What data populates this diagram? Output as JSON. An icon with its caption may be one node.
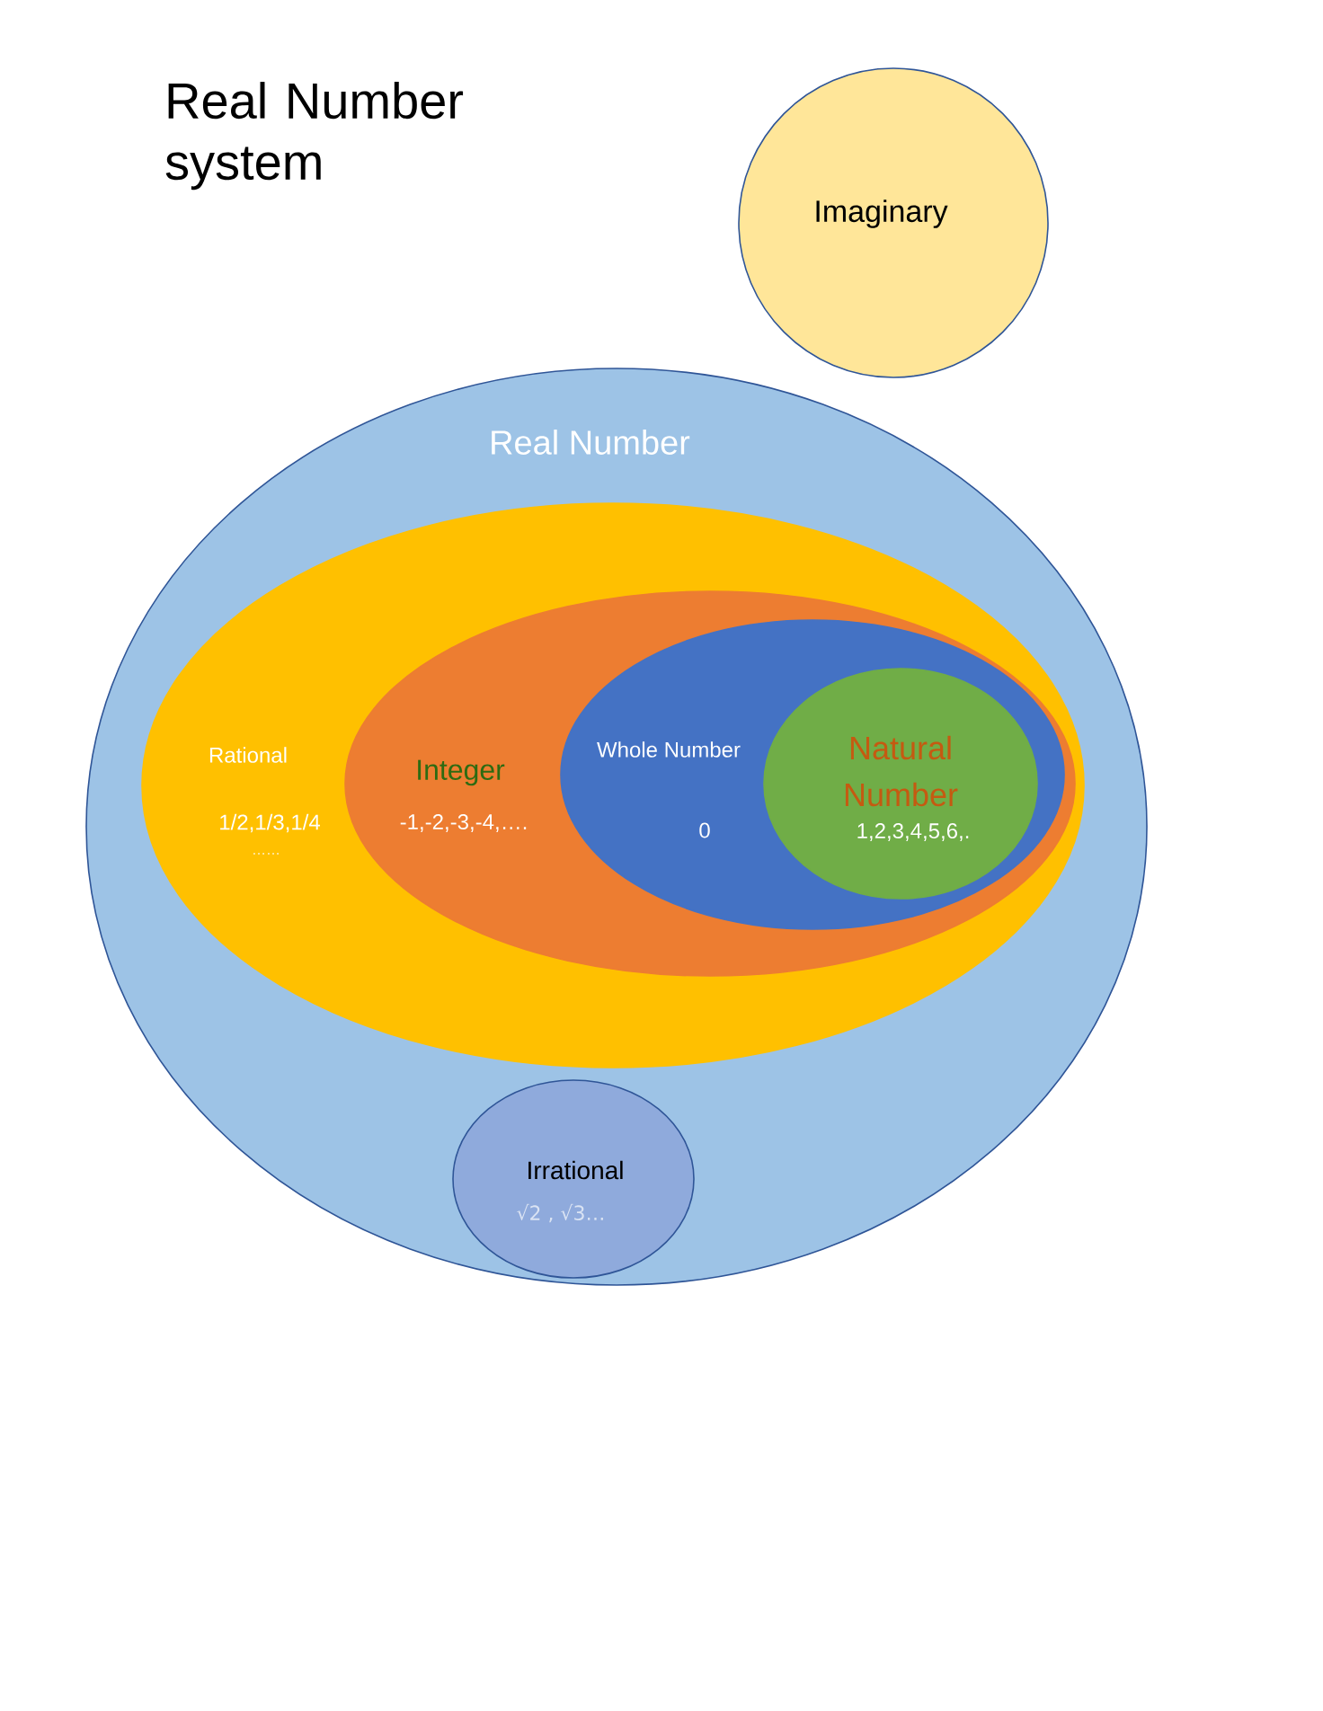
{
  "diagram": {
    "title": "Real Number system",
    "nodes": [
      {
        "text": [
          "Imaginary"
        ]
      },
      {
        "text": [
          "Real Number"
        ]
      },
      {
        "text": [
          "Rational",
          "1/2,1/3,1/4",
          "……"
        ],
        "in": 1
      },
      {
        "text": [
          "Integer",
          "-1,-2,-3,-4,…."
        ],
        "in": 2
      },
      {
        "text": [
          "Whole Number",
          "0"
        ],
        "in": 3
      },
      {
        "text": [
          "Natural Number",
          "1,2,3,4,5,6,."
        ],
        "in": 4
      },
      {
        "text": [
          "Irrational",
          "√2 , √3…"
        ],
        "in": 1
      }
    ]
  }
}
